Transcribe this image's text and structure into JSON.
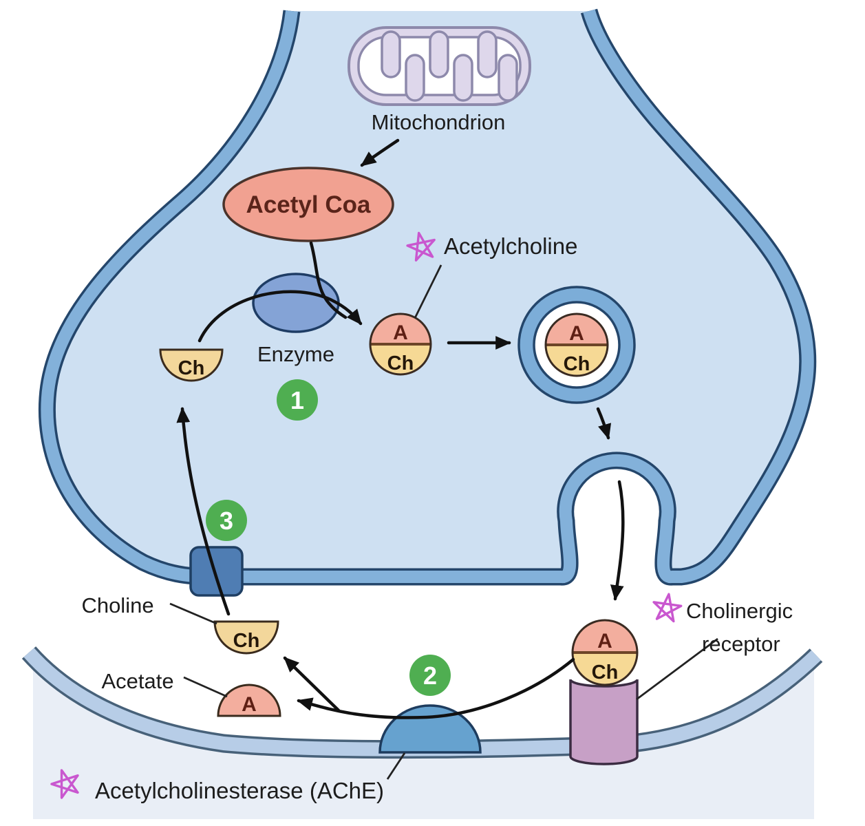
{
  "diagram": {
    "type": "cholinergic-synapse",
    "labels": {
      "mitochondrion": "Mitochondrion",
      "acetyl_coa": "Acetyl Coa",
      "acetylcholine": "Acetylcholine",
      "enzyme": "Enzyme",
      "choline": "Choline",
      "acetate": "Acetate",
      "cholinergic_line1": "Cholinergic",
      "cholinergic_line2": "receptor",
      "ache": "Acetylcholinesterase (AChE)"
    },
    "molecules": {
      "acetyl": "A",
      "choline": "Ch"
    },
    "steps": {
      "one": "1",
      "two": "2",
      "three": "3"
    },
    "colors": {
      "terminal_interior": "#cee0f2",
      "membrane_band": "#83b1da",
      "membrane_outline": "#24466b",
      "postsynaptic_band": "#b7cde7",
      "postsynaptic_outline": "#476179",
      "postsynaptic_interior": "#e9eef6",
      "mitochondrion_fill": "#ded7eb",
      "mitochondrion_outline": "#8d89ab",
      "acetyl_coa_fill": "#f1a191",
      "acetyl_half_fill": "#f3ae9e",
      "choline_half_fill": "#f6d995",
      "enzyme_fill": "#84a3d6",
      "receptor_fill": "#c7a0c6",
      "transporter_fill": "#4f7db3",
      "ache_fill": "#66a2cf",
      "step_badge": "#4fae51",
      "star": "#c957cf",
      "arrow": "#111111"
    }
  }
}
